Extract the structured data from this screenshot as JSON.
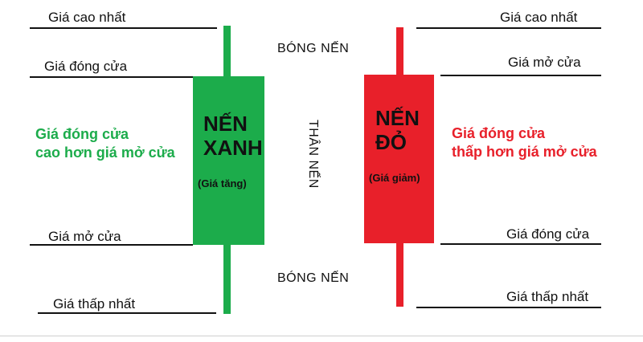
{
  "colors": {
    "green": "#1cac4b",
    "red": "#e8202a",
    "text": "#111111"
  },
  "left_labels": {
    "high": "Giá cao nhất",
    "close": "Giá đóng cửa",
    "open": "Giá mở cửa",
    "low": "Giá thấp nhất"
  },
  "right_labels": {
    "high": "Giá cao nhất",
    "open": "Giá mở cửa",
    "close": "Giá đóng cửa",
    "low": "Giá thấp nhất"
  },
  "green_candle": {
    "title_line1": "NẾN",
    "title_line2": "XANH",
    "subtitle": "(Giá tăng)",
    "note_line1": "Giá đóng cửa",
    "note_line2": "cao hơn giá mở cửa"
  },
  "red_candle": {
    "title_line1": "NẾN",
    "title_line2": "ĐỎ",
    "subtitle": "(Giá giảm)",
    "note_line1": "Giá đóng cửa",
    "note_line2": "thấp hơn giá mở cửa"
  },
  "center": {
    "upper_shadow": "BÓNG NẾN",
    "body": "THÂN NẾN",
    "lower_shadow": "BÓNG NẾN"
  }
}
